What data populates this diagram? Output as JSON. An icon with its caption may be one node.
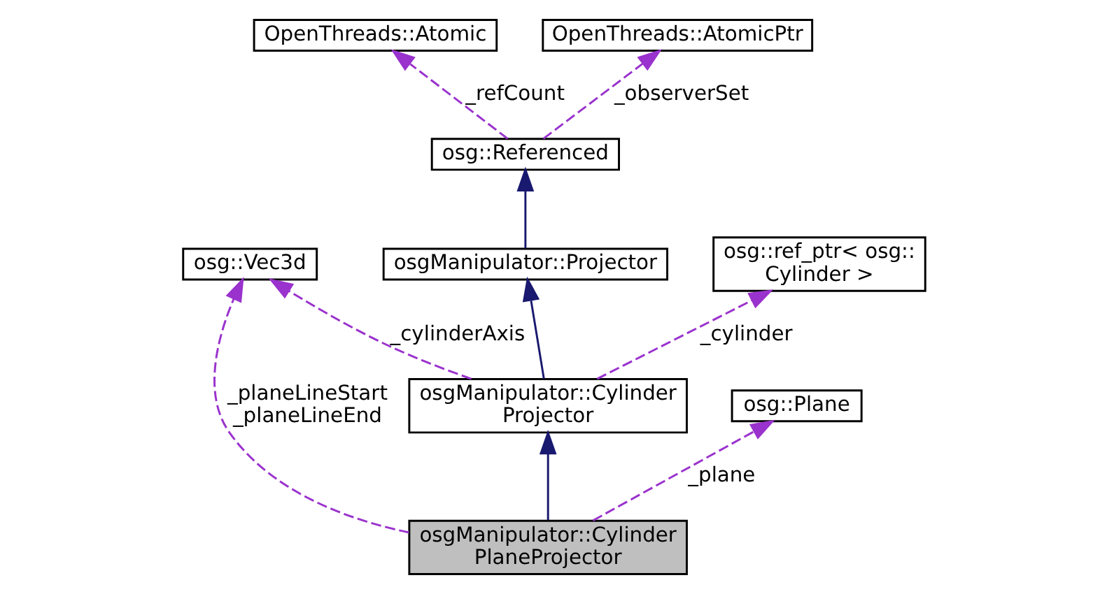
{
  "diagram": {
    "nodes": [
      {
        "text": [
          "OpenThreads::Atomic"
        ]
      },
      {
        "text": [
          "OpenThreads::AtomicPtr"
        ]
      },
      {
        "text": [
          "osg::Referenced"
        ]
      },
      {
        "text": [
          "osgManipulator::Projector"
        ]
      },
      {
        "text": [
          "osg::ref_ptr< osg:: Cylinder >"
        ]
      },
      {
        "text": [
          "osg::Vec3d"
        ]
      },
      {
        "text": [
          "osgManipulator::Cylinder Projector"
        ]
      },
      {
        "text": [
          "osg::Plane"
        ]
      },
      {
        "text": [
          "osgManipulator::Cylinder PlaneProjector"
        ]
      }
    ],
    "edges": [
      {
        "from": 2,
        "to": 0,
        "arrow": "to",
        "style": "dashed",
        "label": "_refCount"
      },
      {
        "from": 2,
        "to": 1,
        "arrow": "to",
        "style": "dashed",
        "label": "_observerSet"
      },
      {
        "from": 3,
        "to": 2,
        "arrow": "to",
        "color": "#191970"
      },
      {
        "from": 6,
        "to": 3,
        "arrow": "to",
        "color": "#191970"
      },
      {
        "from": 6,
        "to": 4,
        "arrow": "to",
        "style": "dashed",
        "label": "_cylinder"
      },
      {
        "from": 6,
        "to": 5,
        "arrow": "to",
        "style": "dashed",
        "label": "_cylinderAxis"
      },
      {
        "from": 8,
        "to": 6,
        "arrow": "to",
        "color": "#191970"
      },
      {
        "from": 8,
        "to": 5,
        "arrow": "to",
        "style": "dashed",
        "label": "_planeLineStart _planeLineEnd"
      },
      {
        "from": 8,
        "to": 7,
        "arrow": "to",
        "style": "dashed",
        "label": "_plane"
      }
    ]
  }
}
